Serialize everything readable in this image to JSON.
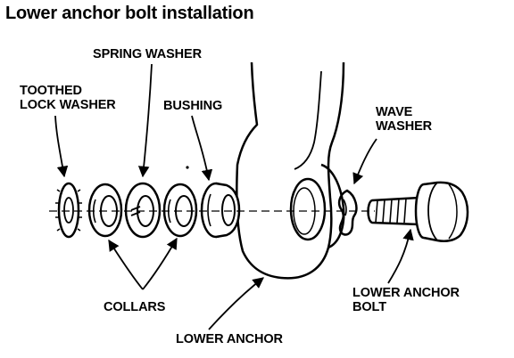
{
  "title": "Lower anchor bolt installation",
  "labels": {
    "spring_washer": "SPRING WASHER",
    "toothed_line1": "TOOTHED",
    "toothed_line2": "LOCK WASHER",
    "bushing": "BUSHING",
    "wave_line1": "WAVE",
    "wave_line2": "WASHER",
    "collars": "COLLARS",
    "lower_anchor": "LOWER ANCHOR",
    "bolt_line1": "LOWER ANCHOR",
    "bolt_line2": "BOLT"
  }
}
